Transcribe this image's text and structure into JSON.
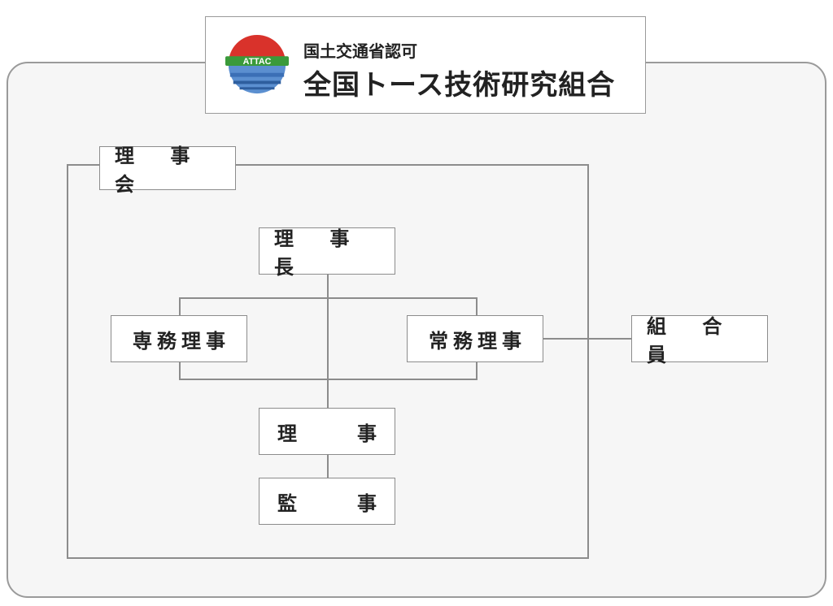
{
  "header": {
    "logo_text": "ATTAC",
    "subtitle": "国土交通省認可",
    "title": "全国トース技術研究組合"
  },
  "board": {
    "label": "理 事 会",
    "chairman": "理 事 長",
    "senior_director_left": "専務理事",
    "managing_director_right": "常務理事",
    "director_first": "理",
    "director_second": "事",
    "auditor_first": "監",
    "auditor_second": "事"
  },
  "members": {
    "label": "組 合 員"
  },
  "colors": {
    "border": "#8c8c8c",
    "panel_bg": "#f6f6f6",
    "logo_red": "#d9322b",
    "logo_blue": "#3b6fb6",
    "logo_green": "#3a9a3a"
  }
}
